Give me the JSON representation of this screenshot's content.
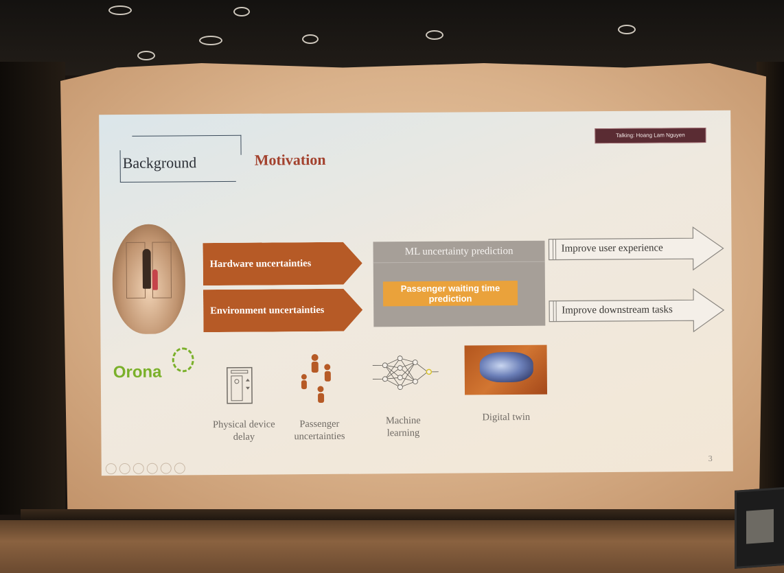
{
  "slide": {
    "speaker_badge": "Talking: Hoang Lam Nguyen",
    "title_background": "Background",
    "title_motivation": "Motivation",
    "uncertainties": [
      "Hardware uncertainties",
      "Environment uncertainties"
    ],
    "ml_header": "ML uncertainty prediction",
    "ml_task": "Passenger waiting time prediction",
    "outcomes": [
      "Improve user experience",
      "Improve downstream tasks"
    ],
    "logo_text": "Orona",
    "icons": [
      {
        "icon": "elevator-icon",
        "caption": "Physical device delay"
      },
      {
        "icon": "people-icon",
        "caption": "Passenger uncertainties"
      },
      {
        "icon": "neural-network-icon",
        "caption": "Machine learning"
      },
      {
        "icon": "engine-image",
        "caption": "Digital twin"
      }
    ],
    "page_number": "3"
  },
  "colors": {
    "orange_arrow": "#b65a26",
    "grey_box": "#a69f98",
    "orange_box": "#eaa23b",
    "motivation_red": "#a3422e",
    "orona_green": "#7ab02a",
    "badge": "#5a2c33"
  }
}
